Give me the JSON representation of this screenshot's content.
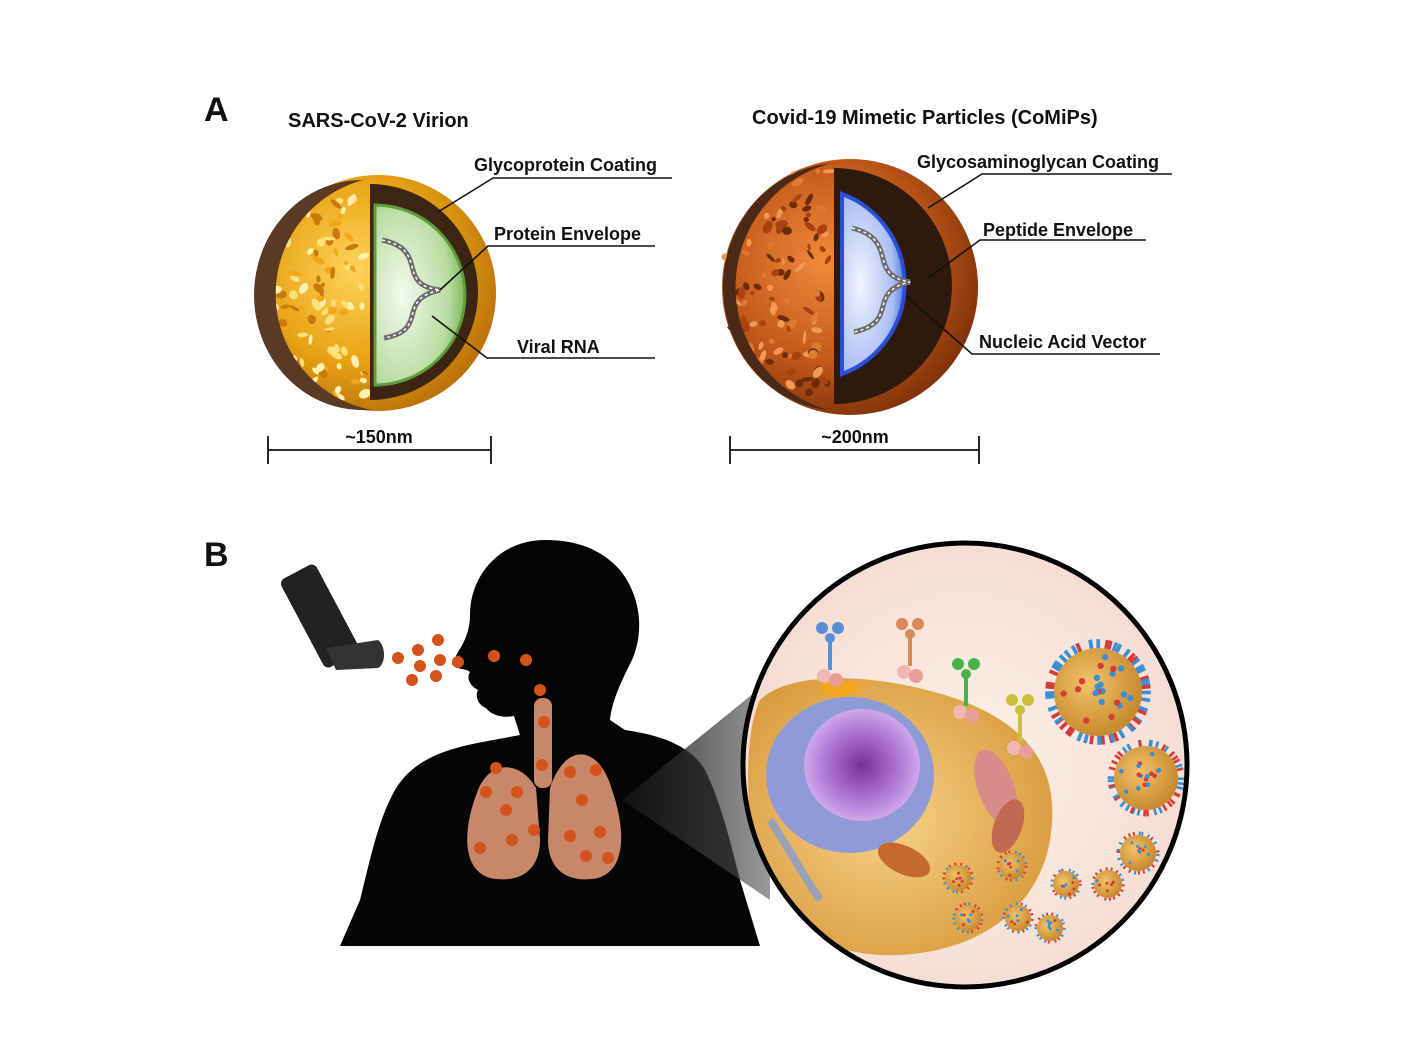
{
  "panel_a": {
    "letter": "A",
    "virion": {
      "title": "SARS-CoV-2 Virion",
      "labels": [
        "Glycoprotein Coating",
        "Protein Envelope",
        "Viral RNA"
      ],
      "scale": "~150nm",
      "colors": {
        "coat": "#e8a314",
        "envelope": "#8fc46b",
        "shell": "#5a3a22"
      }
    },
    "mimetic": {
      "title": "Covid-19 Mimetic Particles (CoMiPs)",
      "labels": [
        "Glycosaminoglycan Coating",
        "Peptide Envelope",
        "Nucleic Acid Vector"
      ],
      "scale": "~200nm",
      "colors": {
        "coat": "#c2591b",
        "envelope": "#5a7ee8",
        "shell": "#4a2a16"
      }
    }
  },
  "panel_b": {
    "letter": "B",
    "colors": {
      "silhouette": "#050505",
      "lungs": "#c9876a",
      "particles": "#d4531d",
      "inhaler": "#222222"
    }
  }
}
